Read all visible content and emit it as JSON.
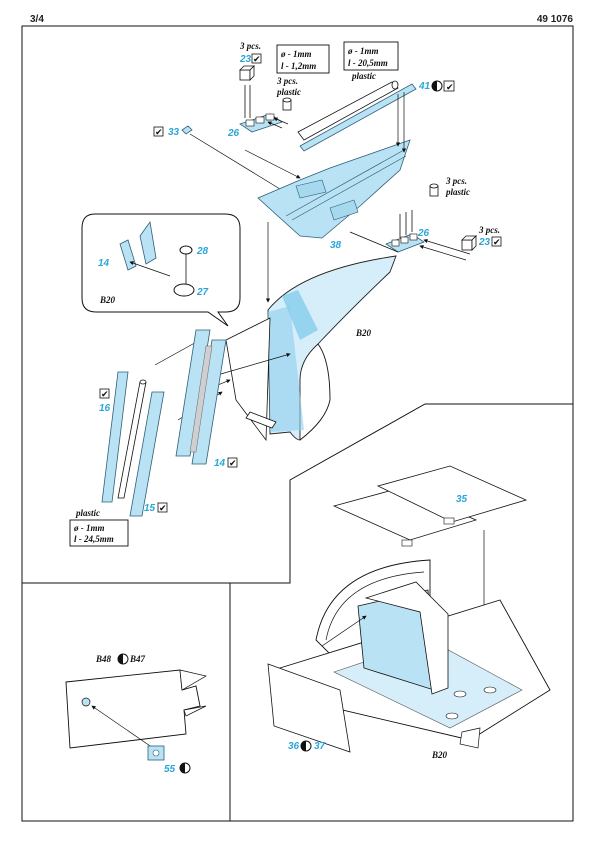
{
  "header": {
    "page": "3/4",
    "code": "49 1076"
  },
  "colors": {
    "etch": "#b9e3f5",
    "glass": "#d6eef9",
    "part_number": "#2aa6d8",
    "frame": "#111111"
  },
  "icons": {
    "check": "check-icon",
    "both_sides": "half-circle-icon",
    "rod": "rod-icon",
    "cube": "cube-icon",
    "cylinder": "cylinder-icon"
  },
  "parts": {
    "p23a": "23",
    "p23b": "23",
    "p26a": "26",
    "p26b": "26",
    "p41": "41",
    "p33": "33",
    "p38": "38",
    "p28": "28",
    "p27": "27",
    "p14a": "14",
    "p14b": "14",
    "p16": "16",
    "p15": "15",
    "p35": "35",
    "p36": "36",
    "p37": "37",
    "p55": "55"
  },
  "labels": {
    "pcs3_top": "3 pcs.",
    "pcs3_top2": "3 pcs.",
    "plastic_top": "plastic",
    "pcs3_right": "3 pcs.",
    "plastic_right": "plastic",
    "pcs3_right2": "3 pcs.",
    "plastic_rod": "plastic",
    "plastic_rod2": "plastic",
    "b20_inset": "B20",
    "b20_canopy": "B20",
    "b20_bottom": "B20",
    "b48": "B48",
    "b47": "B47"
  },
  "boxes": {
    "rod1_d": "ø - 1mm",
    "rod1_l": "l - 1,2mm",
    "rod2_d": "ø - 1mm",
    "rod2_l": "l - 20,5mm",
    "rod3_d": "ø - 1mm",
    "rod3_l": "l - 24,5mm"
  },
  "symbols": {
    "check": "✔",
    "half": "◐"
  }
}
